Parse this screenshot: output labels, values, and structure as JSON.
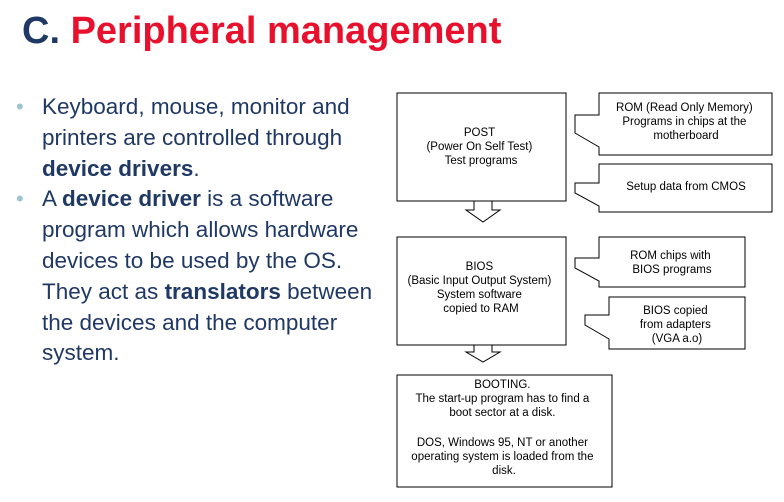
{
  "title": {
    "letter": "C.",
    "text": "Peripheral management"
  },
  "bullets": [
    {
      "parts": [
        {
          "text": "Keyboard, mouse, monitor and printers are controlled through ",
          "bold": false
        },
        {
          "text": "device drivers",
          "bold": true
        },
        {
          "text": ".",
          "bold": false
        }
      ]
    },
    {
      "parts": [
        {
          "text": "A ",
          "bold": false
        },
        {
          "text": "device driver",
          "bold": true
        },
        {
          "text": " is a software program which allows hardware devices to be used by the OS. They act as ",
          "bold": false
        },
        {
          "text": "translators",
          "bold": true
        },
        {
          "text": " between the devices and the computer system.",
          "bold": false
        }
      ]
    }
  ],
  "diagram": {
    "post": [
      "POST",
      "(Power On Self Test)",
      "Test programs"
    ],
    "rom": [
      "ROM (Read Only Memory)",
      "Programs in chips at the",
      "motherboard"
    ],
    "cmos": [
      "Setup data from CMOS"
    ],
    "bios": [
      "BIOS",
      "(Basic Input Output System)",
      "System software",
      "copied to RAM"
    ],
    "rom_chips": [
      "ROM chips with",
      "BIOS programs"
    ],
    "bios_copied": [
      "BIOS copied",
      "from adapters",
      "(VGA a.o)"
    ],
    "booting": [
      "BOOTING.",
      "The start-up program has to find a",
      "boot sector at a disk.",
      "",
      "DOS, Windows 95, NT or another",
      "operating system is loaded from the",
      "disk."
    ]
  }
}
